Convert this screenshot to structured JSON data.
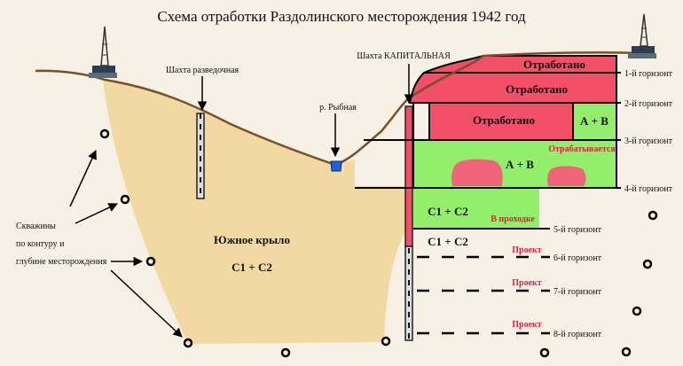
{
  "title": "Схема отработки Раздолинского месторождения 1942 год",
  "labels": {
    "shaft_exploration": "Шахта разведочная",
    "shaft_main": "Шахта КАПИТАЛЬНАЯ",
    "river": "р. Рыбная",
    "wells_line1": "Скважины",
    "wells_line2": "по контуру и",
    "wells_line3": "глубине месторождения",
    "south_wing": "Южное крыло",
    "south_wing_reserve": "С1 + С2"
  },
  "blocks": {
    "mined_1": "Отработано",
    "mined_2": "Отработано",
    "mined_3": "Отработано",
    "ab_upper": "А + В",
    "being_mined": "Отрабатывается",
    "ab_lower": "А + В",
    "c1c2_block": "С1 + С2",
    "in_progress": "В проходке",
    "c1c2_below": "С1 + С2"
  },
  "horizons": [
    "1-й горизонт",
    "2-й горизонт",
    "3-й горизонт",
    "4-й горизонт",
    "5-й горизонт",
    "6-й горизонт",
    "7-й горизонт",
    "8-й горизонт"
  ],
  "projects": [
    "Проект",
    "Проект",
    "Проект"
  ],
  "colors": {
    "background": "#f6f1e4",
    "ore_body": "#f2d9a4",
    "mined": "#f24f68",
    "active": "#93ef6b",
    "pink_lens": "#f0647a",
    "river_water": "#1e63d6",
    "project_text": "#e0213f"
  }
}
